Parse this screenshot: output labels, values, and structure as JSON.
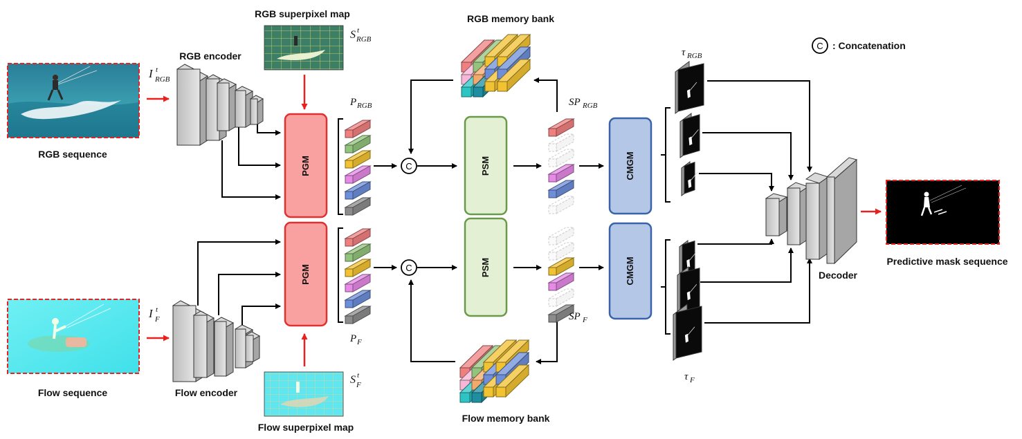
{
  "labels": {
    "rgb_sequence": "RGB sequence",
    "flow_sequence": "Flow sequence",
    "rgb_encoder": "RGB encoder",
    "flow_encoder": "Flow encoder",
    "rgb_superpixel_map": "RGB superpixel map",
    "flow_superpixel_map": "Flow superpixel map",
    "rgb_memory_bank": "RGB memory bank",
    "flow_memory_bank": "Flow memory bank",
    "decoder": "Decoder",
    "predictive_mask_sequence": "Predictive mask sequence",
    "legend_symbol": "C",
    "legend_text": ": Concatenation"
  },
  "modules": {
    "pgm": "PGM",
    "psm": "PSM",
    "cmgm": "CMGM"
  },
  "math": {
    "i_rgb": {
      "base": "I",
      "sup": "t",
      "sub": "RGB"
    },
    "i_f": {
      "base": "I",
      "sup": "t",
      "sub": "F"
    },
    "s_rgb": {
      "base": "S",
      "sup": "t",
      "sub": "RGB"
    },
    "s_f": {
      "base": "S",
      "sup": "t",
      "sub": "F"
    },
    "p_rgb": {
      "base": "P",
      "sub": "RGB"
    },
    "p_f": {
      "base": "P",
      "sub": "F"
    },
    "sp_rgb": {
      "base": "SP",
      "sub": "RGB"
    },
    "sp_f": {
      "base": "SP",
      "sub": "F"
    },
    "tau_rgb": {
      "base": "τ",
      "sub": "RGB"
    },
    "tau_f": {
      "base": "τ",
      "sub": "F"
    }
  },
  "colors": {
    "arrow_red": "#e8201e",
    "pgm_fill": "#f9a0a0",
    "pgm_stroke": "#e03030",
    "psm_fill": "#e3f0d3",
    "psm_stroke": "#6a9a48",
    "cmgm_fill": "#b4c7e7",
    "cmgm_stroke": "#3a62a8",
    "prototype_colors": [
      "#f08080",
      "#93c47d",
      "#f1c232",
      "#e58ae5",
      "#6d8fd9",
      "#8c8c8c"
    ]
  },
  "icons": [
    "concatenation-icon",
    "kitesurfer-rgb-image",
    "kitesurfer-flow-image",
    "superpixel-map-image",
    "mask-image"
  ]
}
